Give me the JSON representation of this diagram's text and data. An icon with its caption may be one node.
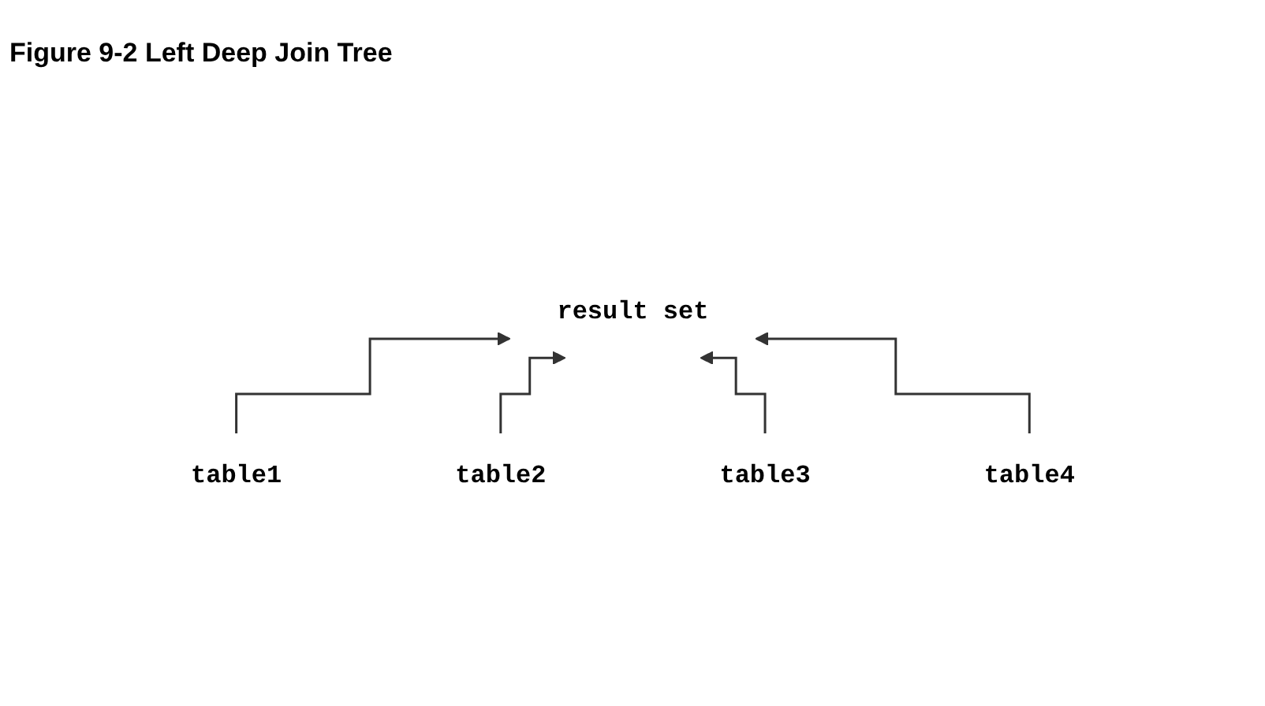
{
  "diagram": {
    "title": "Figure 9-2 Left Deep Join Tree",
    "nodes": [
      {
        "text": [
          "result set"
        ]
      },
      {
        "text": [
          "table4"
        ]
      },
      {
        "text": [
          "table3"
        ]
      },
      {
        "text": [
          "table1"
        ]
      },
      {
        "text": [
          "table2"
        ]
      }
    ],
    "edges": [
      {
        "from": 3,
        "to": 0,
        "arrow": "to"
      },
      {
        "from": 4,
        "to": 0,
        "arrow": "to"
      },
      {
        "from": 2,
        "to": 0,
        "arrow": "to"
      },
      {
        "from": 1,
        "to": 0,
        "arrow": "to"
      }
    ]
  }
}
